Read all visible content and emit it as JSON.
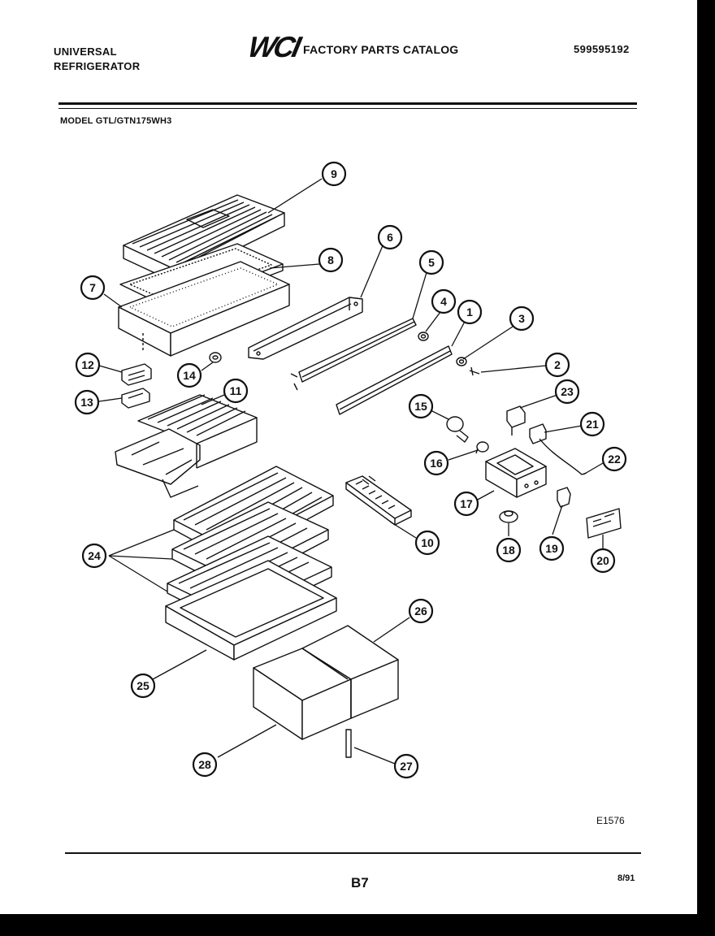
{
  "header": {
    "brand_line1": "UNIVERSAL",
    "brand_line2": "REFRIGERATOR",
    "logo": "WCI",
    "catalog_title": "FACTORY PARTS CATALOG",
    "catalog_number": "599595192",
    "model": "MODEL GTL/GTN175WH3"
  },
  "diagram": {
    "callouts": [
      {
        "label": "9"
      },
      {
        "label": "8"
      },
      {
        "label": "7"
      },
      {
        "label": "6"
      },
      {
        "label": "5"
      },
      {
        "label": "4"
      },
      {
        "label": "1"
      },
      {
        "label": "3"
      },
      {
        "label": "2"
      },
      {
        "label": "12"
      },
      {
        "label": "14"
      },
      {
        "label": "13"
      },
      {
        "label": "11"
      },
      {
        "label": "15"
      },
      {
        "label": "23"
      },
      {
        "label": "21"
      },
      {
        "label": "16"
      },
      {
        "label": "22"
      },
      {
        "label": "17"
      },
      {
        "label": "10"
      },
      {
        "label": "18"
      },
      {
        "label": "19"
      },
      {
        "label": "20"
      },
      {
        "label": "24"
      },
      {
        "label": "26"
      },
      {
        "label": "25"
      },
      {
        "label": "28"
      },
      {
        "label": "27"
      }
    ]
  },
  "footer": {
    "ref": "E1576",
    "page": "B7",
    "date": "8/91"
  }
}
